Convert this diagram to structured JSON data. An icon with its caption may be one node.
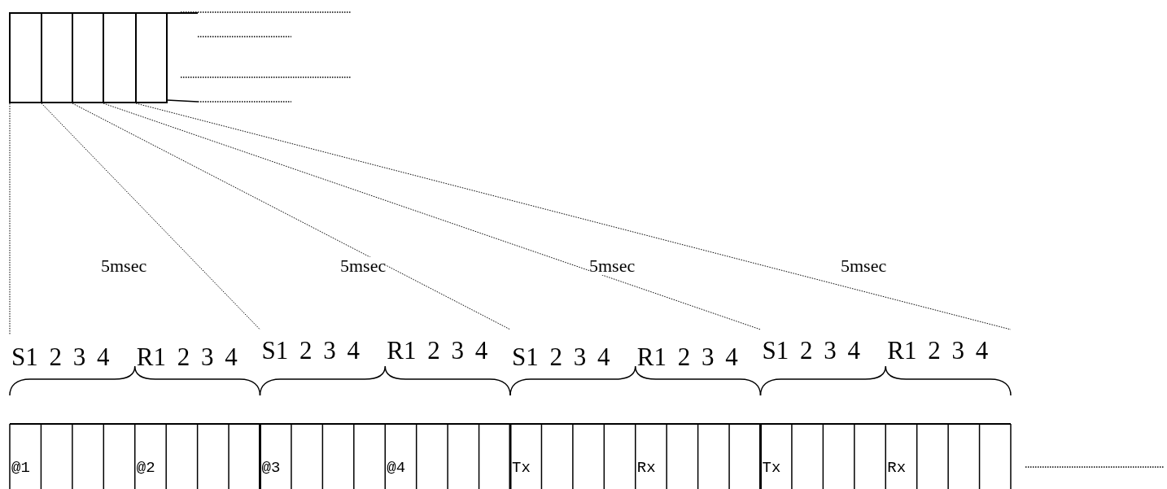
{
  "diagram": {
    "labels": [
      "5msec",
      "5msec",
      "5msec",
      "5msec",
      "S1 2 3 4",
      "R1 2 3 4",
      "S1 2 3 4",
      "R1 2 3 4",
      "S1 2 3 4",
      "R1 2 3 4",
      "S1 2 3 4",
      "R1 2 3 4",
      "@1",
      "@2",
      "@3",
      "@4",
      "Tx",
      "Rx",
      "Tx",
      "Rx"
    ]
  }
}
